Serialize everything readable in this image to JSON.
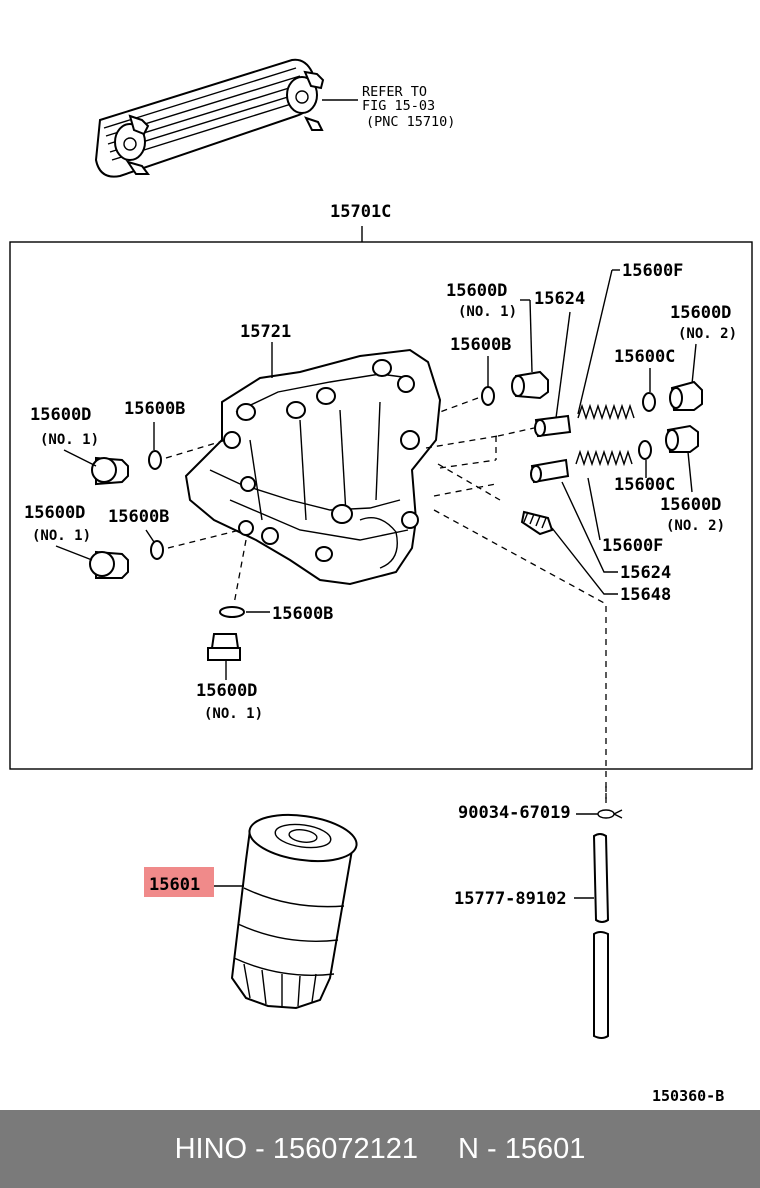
{
  "diagram": {
    "refer_to": [
      "REFER TO",
      "FIG 15-03",
      "(PNC 15710)"
    ],
    "assembly_label": "15701C",
    "labels": {
      "p15721": "15721",
      "p15600D_a": "15600D",
      "p15600D_a_no": "(NO. 1)",
      "p15624_a": "15624",
      "p15600F_a": "15600F",
      "p15600D_b": "15600D",
      "p15600D_b_no": "(NO. 2)",
      "p15600B_a": "15600B",
      "p15600C_a": "15600C",
      "p15600D_c": "15600D",
      "p15600D_c_no": "(NO. 1)",
      "p15600B_b": "15600B",
      "p15600C_b": "15600C",
      "p15600D_d": "15600D",
      "p15600D_d_no": "(NO. 2)",
      "p15600D_e": "15600D",
      "p15600D_e_no": "(NO. 1)",
      "p15600B_c": "15600B",
      "p15600F_b": "15600F",
      "p15624_b": "15624",
      "p15648": "15648",
      "p15600B_d": "15600B",
      "p15600D_f": "15600D",
      "p15600D_f_no": "(NO. 1)",
      "p90034": "90034-67019",
      "p15777": "15777-89102",
      "p15601": "15601"
    },
    "figure_code": "150360-B",
    "highlight_color": "#f08a8a"
  },
  "footer": {
    "brand_part": "HINO - 156072121",
    "pnc": "N - 15601",
    "background": "#7a7a7a"
  }
}
